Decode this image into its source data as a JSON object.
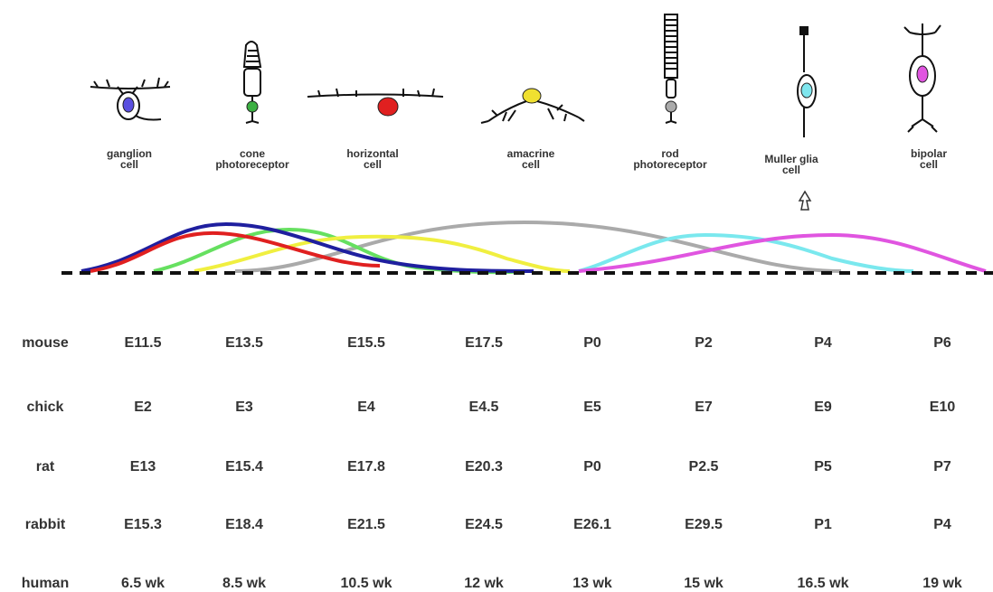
{
  "cell_types": [
    {
      "line1": "ganglion",
      "line2": "cell",
      "color": "#5a4fe0",
      "icon": "ganglion-cell-icon"
    },
    {
      "line1": "cone",
      "line2": "photoreceptor",
      "color": "#3cb043",
      "icon": "cone-photoreceptor-icon"
    },
    {
      "line1": "horizontal",
      "line2": "cell",
      "color": "#e02020",
      "icon": "horizontal-cell-icon"
    },
    {
      "line1": "amacrine",
      "line2": "cell",
      "color": "#f0e030",
      "icon": "amacrine-cell-icon"
    },
    {
      "line1": "rod",
      "line2": "photoreceptor",
      "color": "#aaaaaa",
      "icon": "rod-photoreceptor-icon"
    },
    {
      "line1": "Muller glia",
      "line2": "cell",
      "color": "#7fe6ee",
      "icon": "muller-glia-cell-icon"
    },
    {
      "line1": "bipolar",
      "line2": "cell",
      "color": "#e055e0",
      "icon": "bipolar-cell-icon"
    }
  ],
  "curves": [
    {
      "cell": "ganglion",
      "color": "#1f1f9f",
      "peak": 0.17
    },
    {
      "cell": "horizontal",
      "color": "#e02020",
      "peak": 0.15
    },
    {
      "cell": "cone",
      "color": "#66e060",
      "peak": 0.25
    },
    {
      "cell": "amacrine",
      "color": "#f0ef40",
      "peak": 0.33
    },
    {
      "cell": "rod",
      "color": "#aaaaaa",
      "peak": 0.5
    },
    {
      "cell": "Muller glia",
      "color": "#7ae8ee",
      "peak": 0.73
    },
    {
      "cell": "bipolar",
      "color": "#e055e0",
      "peak": 0.82
    }
  ],
  "species": [
    {
      "name": "mouse",
      "values": [
        "E11.5",
        "E13.5",
        "E15.5",
        "E17.5",
        "P0",
        "P2",
        "P4",
        "P6"
      ]
    },
    {
      "name": "chick",
      "values": [
        "E2",
        "E3",
        "E4",
        "E4.5",
        "E5",
        "E7",
        "E9",
        "E10"
      ]
    },
    {
      "name": "rat",
      "values": [
        "E13",
        "E15.4",
        "E17.8",
        "E20.3",
        "P0",
        "P2.5",
        "P5",
        "P7"
      ]
    },
    {
      "name": "rabbit",
      "values": [
        "E15.3",
        "E18.4",
        "E21.5",
        "E24.5",
        "E26.1",
        "E29.5",
        "P1",
        "P4"
      ]
    },
    {
      "name": "human",
      "values": [
        "6.5 wk",
        "8.5 wk",
        "10.5 wk",
        "12 wk",
        "13 wk",
        "15 wk",
        "16.5 wk",
        "19 wk"
      ]
    }
  ]
}
